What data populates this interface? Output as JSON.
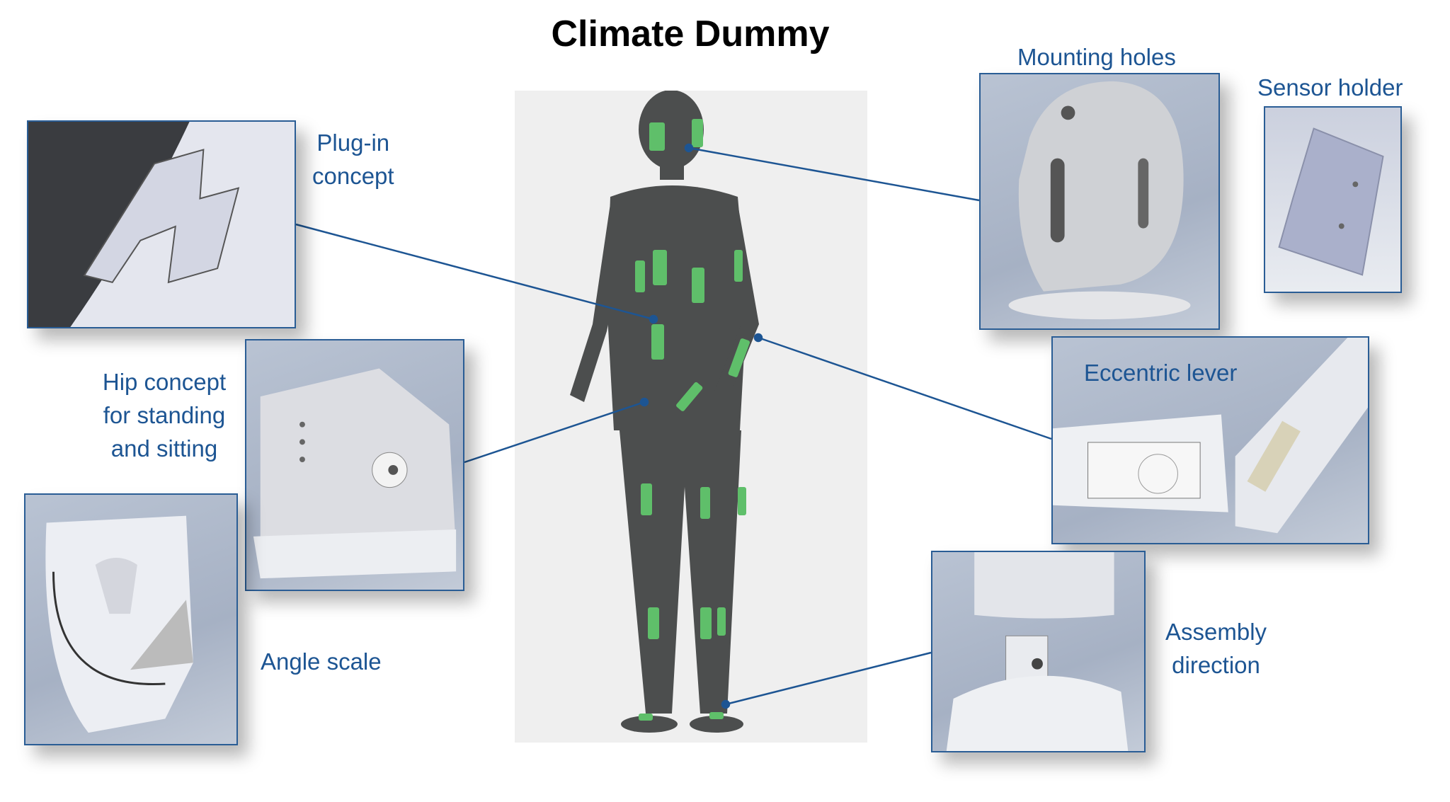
{
  "title": "Climate Dummy",
  "labels": {
    "plug_in": [
      "Plug-in",
      "concept"
    ],
    "hip": [
      "Hip concept",
      "for standing",
      "and sitting"
    ],
    "angle_scale": "Angle scale",
    "mounting_holes": "Mounting holes",
    "sensor_holder": "Sensor holder",
    "eccentric_lever": "Eccentric lever",
    "assembly": [
      "Assembly",
      "direction"
    ]
  },
  "colors": {
    "label": "#1d5593",
    "border": "#2a5d95",
    "sensor": "#5fbf6a",
    "body": "#4a4c4c"
  }
}
